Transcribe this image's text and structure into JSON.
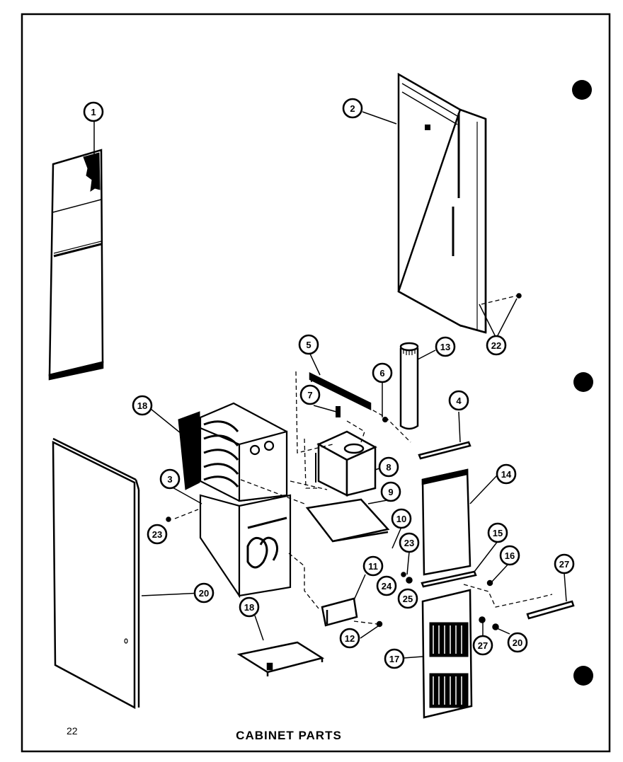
{
  "footer": {
    "page_number": "22",
    "title": "CABINET PARTS"
  },
  "callouts": {
    "c1": "1",
    "c2": "2",
    "c3": "3",
    "c4": "4",
    "c5": "5",
    "c6": "6",
    "c7": "7",
    "c8": "8",
    "c9": "9",
    "c10": "10",
    "c11": "11",
    "c12": "12",
    "c13": "13",
    "c14": "14",
    "c15": "15",
    "c16": "16",
    "c17": "17",
    "c18a": "18",
    "c18b": "18",
    "c20a": "20",
    "c20b": "20",
    "c22": "22",
    "c23a": "23",
    "c23b": "23",
    "c24": "24",
    "c25": "25",
    "c27a": "27",
    "c27b": "27"
  },
  "colors": {
    "ink": "#000000",
    "paper": "#ffffff"
  }
}
